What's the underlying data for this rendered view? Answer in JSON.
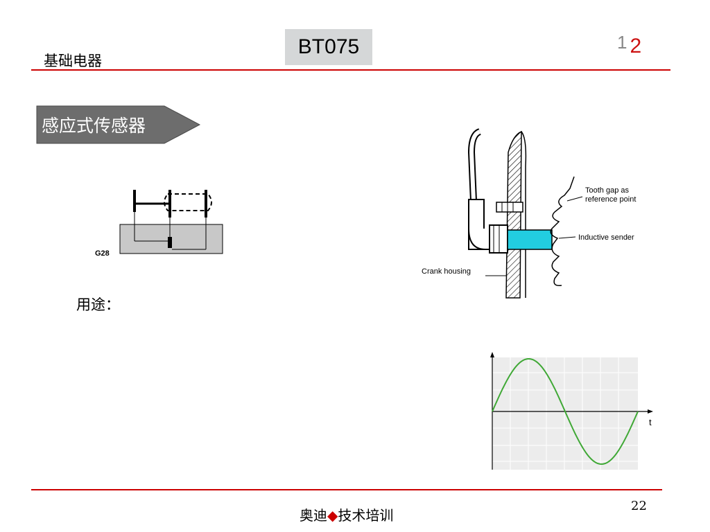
{
  "header": {
    "title": "基础电器",
    "code": "BT075",
    "page_current": "1",
    "page_total": "2"
  },
  "section": {
    "title": "感应式传感器"
  },
  "symbol": {
    "label": "G28"
  },
  "usage": {
    "label": "用途："
  },
  "sensor_diagram": {
    "label_tooth_gap": "Tooth gap as",
    "label_tooth_gap_2": "reference point",
    "label_inductive_sender": "Inductive sender",
    "label_crank_housing": "Crank housing",
    "sender_color": "#22cde0"
  },
  "waveform": {
    "axis_label": "t",
    "curve_color": "#3fa835"
  },
  "footer": {
    "brand": "奥迪",
    "diamond": "◆",
    "text": "技术培训",
    "page_number": "22"
  },
  "colors": {
    "accent_red": "#cc0000",
    "header_box": "#d5d7d8",
    "section_arrow": "#6d6d6d"
  }
}
